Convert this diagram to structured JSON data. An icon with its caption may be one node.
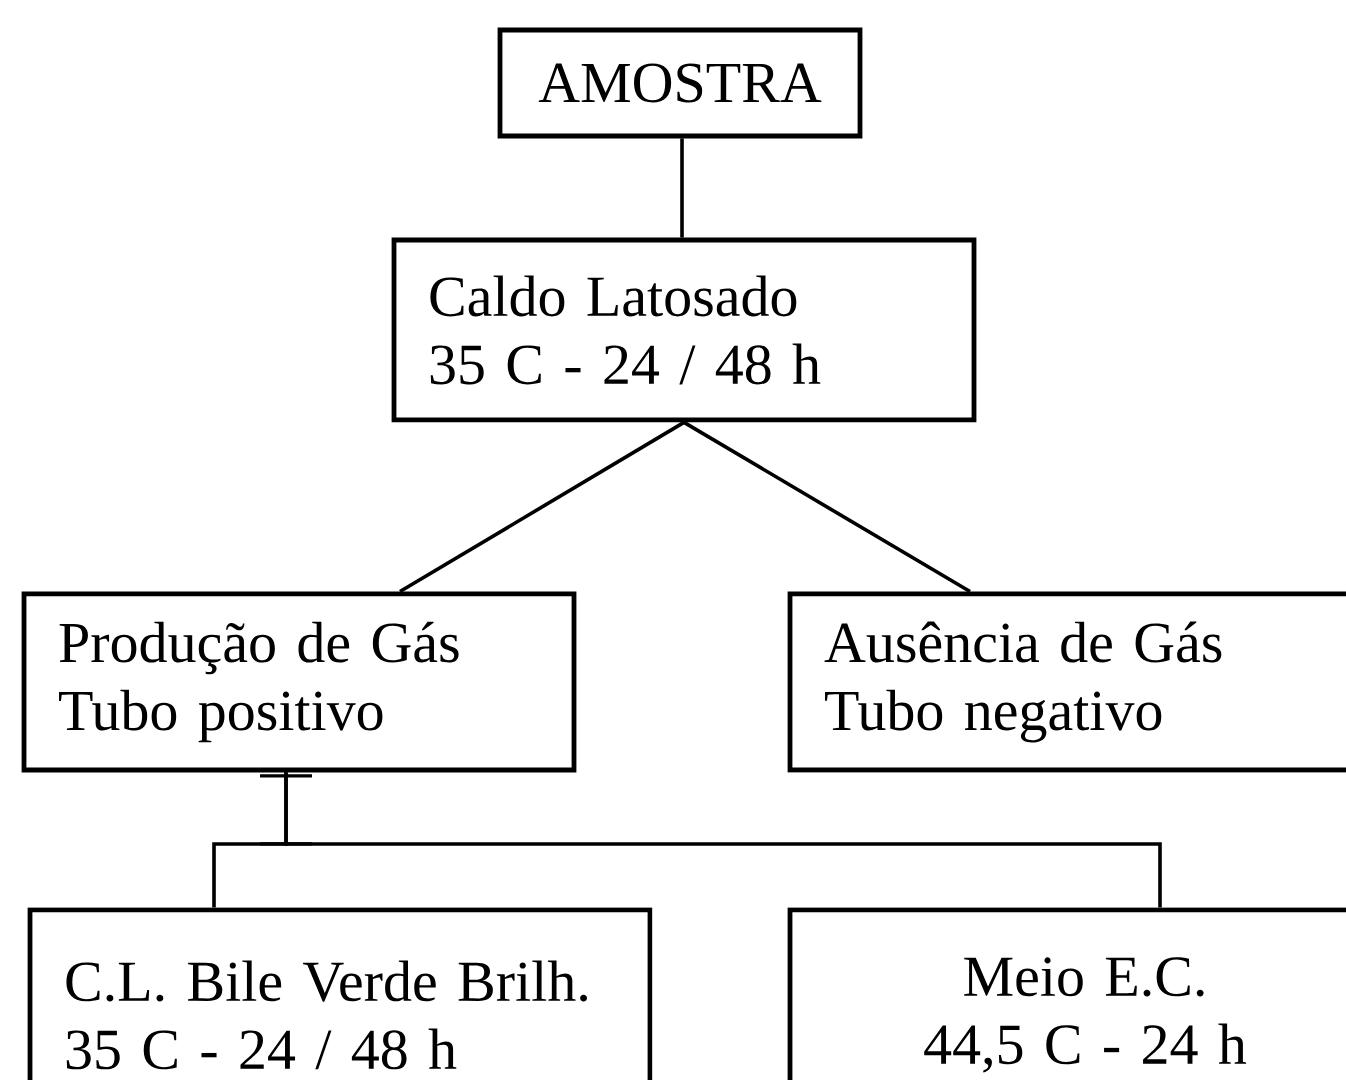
{
  "diagram": {
    "nodes": [
      {
        "text": [
          "AMOSTRA"
        ]
      },
      {
        "text": [
          "Caldo Latosado",
          "35 C - 24 / 48 h"
        ]
      },
      {
        "text": [
          "Produção de Gás",
          "Tubo positivo"
        ]
      },
      {
        "text": [
          "Ausência de Gás",
          "Tubo negativo"
        ]
      },
      {
        "text": [
          "C.L. Bile Verde Brilh.",
          "35 C - 24 / 48 h"
        ]
      },
      {
        "text": [
          "Meio E.C.",
          "44,5 C - 24 h"
        ]
      }
    ],
    "edges": [
      {
        "from": 0,
        "to": 1,
        "arrow": "none"
      },
      {
        "from": 1,
        "to": 2,
        "arrow": "none"
      },
      {
        "from": 1,
        "to": 3,
        "arrow": "none"
      },
      {
        "from": 2,
        "to": 4,
        "arrow": "none"
      },
      {
        "from": 2,
        "to": 5,
        "arrow": "none"
      }
    ]
  }
}
